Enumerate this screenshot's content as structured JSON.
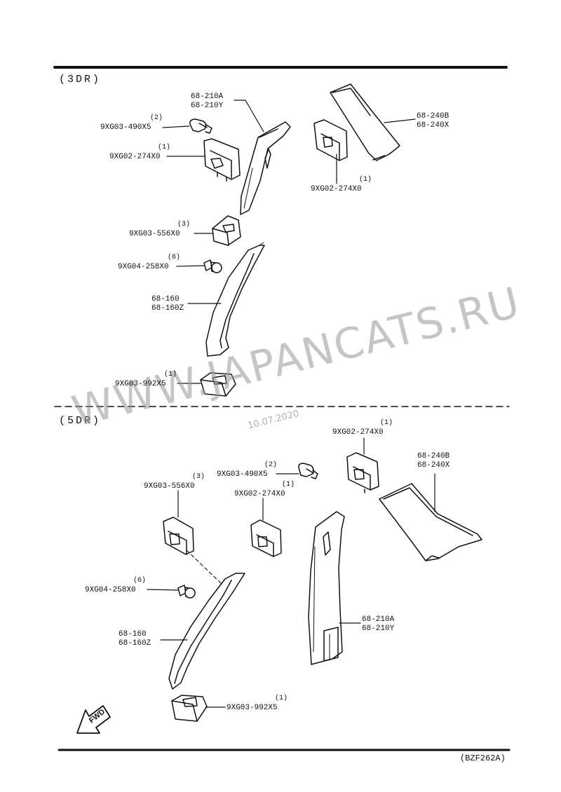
{
  "sections": {
    "three_door": "(3DR)",
    "five_door": "(5DR)"
  },
  "parts_3dr": {
    "p210_a": "68-210A",
    "p210_y": "68-210Y",
    "p240_b": "68-240B",
    "p240_x": "68-240X",
    "clip_490": "9XG03-490X5",
    "clip_490_qty": "(2)",
    "clip_274": "9XG02-274X0",
    "clip_274_qty": "(1)",
    "clip_274_b": "9XG02-274X0",
    "clip_274_b_qty": "(1)",
    "clip_556": "9XG03-556X0",
    "clip_556_qty": "(3)",
    "fast_258": "9XG04-258X0",
    "fast_258_qty": "(6)",
    "p160": "68-160",
    "p160_z": "68-160Z",
    "clip_992": "9XG03-992X5",
    "clip_992_qty": "(1)"
  },
  "parts_5dr": {
    "clip_274_top": "9XG02-274X0",
    "clip_274_top_qty": "(1)",
    "p240_b": "68-240B",
    "p240_x": "68-240X",
    "clip_556": "9XG03-556X0",
    "clip_556_qty": "(3)",
    "clip_490": "9XG03-490X5",
    "clip_490_qty": "(2)",
    "clip_274": "9XG02-274X0",
    "clip_274_qty": "(1)",
    "fast_258": "9XG04-258X0",
    "fast_258_qty": "(6)",
    "p160": "68-160",
    "p160_z": "68-160Z",
    "p210_a": "68-210A",
    "p210_y": "68-210Y",
    "clip_992": "9XG03-992X5",
    "clip_992_qty": "(1)"
  },
  "watermark": "WWW.JAPANCATS.RU",
  "watermark_date": "10.07.2020",
  "forward_label": "FWD",
  "diagram_ref": "(BZF262A)"
}
